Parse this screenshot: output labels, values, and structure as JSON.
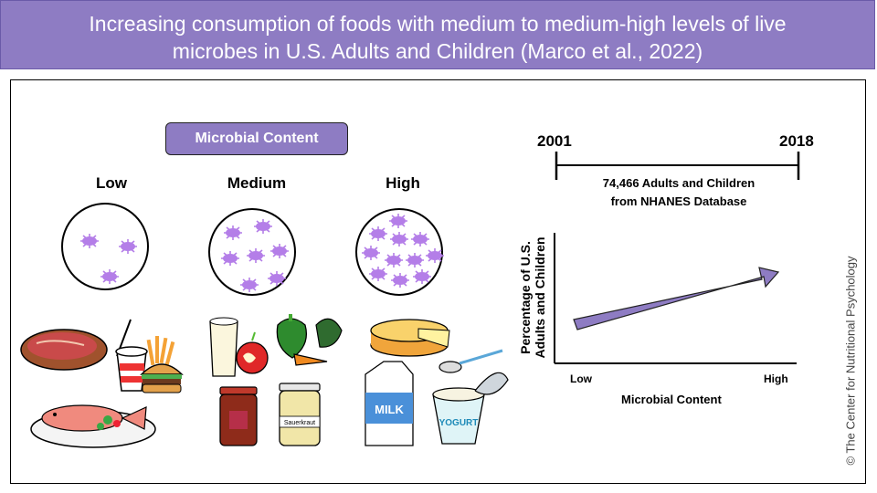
{
  "banner": {
    "line1": "Increasing consumption of foods with medium to medium-high levels of live",
    "line2": "microbes in U.S. Adults and Children (Marco et al., 2022)",
    "color": "#8e7cc3"
  },
  "microbial_content_label": "Microbial Content",
  "levels": {
    "low": "Low",
    "medium": "Medium",
    "high": "High"
  },
  "microbe_color": "#b47ee8",
  "timeline": {
    "start": "2001",
    "end": "2018",
    "note_line1": "74,466 Adults and Children",
    "note_line2": "from NHANES Database"
  },
  "trend_chart": {
    "ylabel_line1": "Percentage of U.S.",
    "ylabel_line2": "Adults and Children",
    "x_low": "Low",
    "x_high": "High",
    "xlabel": "Microbial Content"
  },
  "food_labels": {
    "sauerkraut": "Sauerkraut",
    "milk": "MILK",
    "yogurt": "YOGURT"
  },
  "copyright": "© The Center for Nutritional Psychology"
}
